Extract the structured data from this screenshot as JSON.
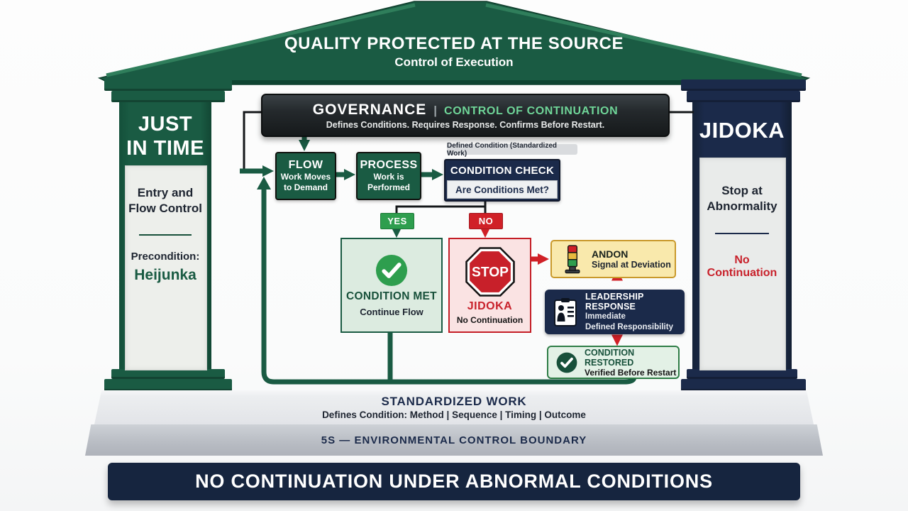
{
  "roof": {
    "title": "QUALITY PROTECTED AT THE SOURCE",
    "subtitle": "Control of Execution"
  },
  "left_pillar": {
    "title_line1": "JUST",
    "title_line2": "IN TIME",
    "panel_line1": "Entry and",
    "panel_line2": "Flow Control",
    "precondition_label": "Precondition:",
    "precondition_value": "Heijunka"
  },
  "right_pillar": {
    "title": "JIDOKA",
    "panel_line1": "Stop at",
    "panel_line2": "Abnormality",
    "note": "No Continuation"
  },
  "governance": {
    "title": "GOVERNANCE",
    "divider": "|",
    "subtitle_accent": "CONTROL OF CONTINUATION",
    "description": "Defines Conditions. Requires Response. Confirms Before Restart."
  },
  "flow_box": {
    "title": "FLOW",
    "line1": "Work Moves",
    "line2": "to Demand"
  },
  "process_box": {
    "title": "PROCESS",
    "line1": "Work is",
    "line2": "Performed"
  },
  "condition_check": {
    "label_above": "Defined Condition (Standardized Work)",
    "title": "CONDITION CHECK",
    "question": "Are Conditions Met?"
  },
  "branch": {
    "yes": "YES",
    "no": "NO"
  },
  "condition_met": {
    "title": "CONDITION MET",
    "subtitle": "Continue Flow",
    "icon": "check-circle"
  },
  "stop_box": {
    "sign": "STOP",
    "title": "JIDOKA",
    "subtitle": "No Continuation",
    "icon": "stop-sign"
  },
  "andon": {
    "title": "ANDON",
    "subtitle": "Signal at Deviation",
    "icon": "andon-light-tower"
  },
  "leadership": {
    "title": "LEADERSHIP RESPONSE",
    "line1": "Immediate",
    "line2": "Defined Responsibility",
    "icon": "clipboard-person"
  },
  "condition_restored": {
    "title": "CONDITION RESTORED",
    "subtitle": "Verified Before Restart",
    "icon": "check-circle"
  },
  "standardized_work": {
    "title": "STANDARDIZED WORK",
    "subtitle": "Defines Condition: Method | Sequence | Timing | Outcome"
  },
  "five_s": {
    "title": "5S — ENVIRONMENTAL CONTROL BOUNDARY"
  },
  "banner": {
    "title": "NO CONTINUATION UNDER ABNORMAL CONDITIONS"
  },
  "colors": {
    "green_dark": "#1A5B43",
    "green_trim": "#2F7E5B",
    "green_bright": "#2E9E4E",
    "green_accent_text": "#6FD598",
    "green_panel_bg": "#DCEBE0",
    "restored_bg": "#E3F1E6",
    "navy": "#1B2A4A",
    "navy_banner": "#16253F",
    "red": "#C8202A",
    "red_panel_bg": "#FAE3E3",
    "andon_bg": "#F9E9AC",
    "andon_border": "#C9992B",
    "plinth_light": "#E2E4E8",
    "plinth_dark": "#B8BCC3",
    "governance_bar": "#1E2427",
    "pillar_panel_bg": "#EDEFEB"
  }
}
